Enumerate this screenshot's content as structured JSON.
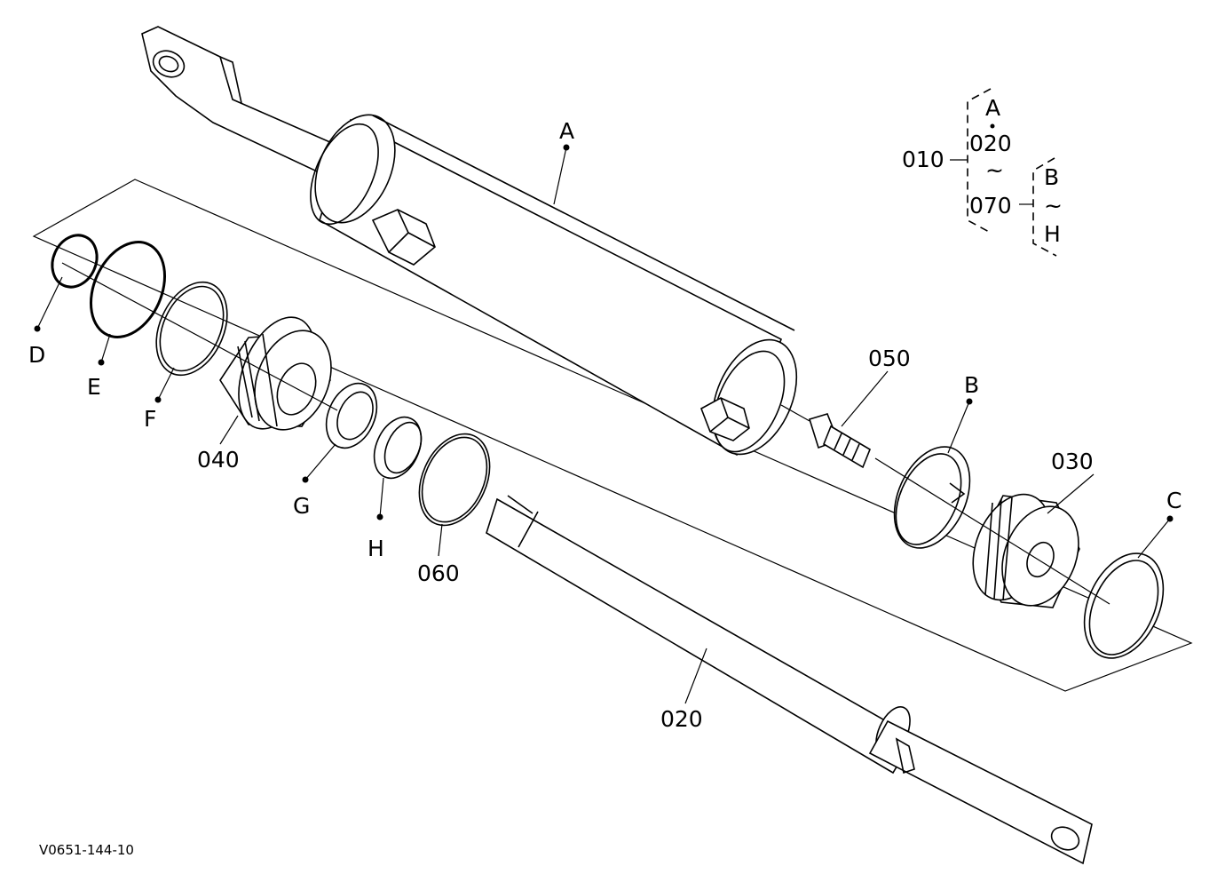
{
  "diagram": {
    "figure_code": "V0651-144-10",
    "callouts": {
      "part_010": "010",
      "part_020": "020",
      "part_030": "030",
      "part_040": "040",
      "part_050": "050",
      "part_060": "060",
      "kit_A": "A",
      "kit_B": "B",
      "kit_C": "C",
      "kit_D": "D",
      "kit_E": "E",
      "kit_F": "F",
      "kit_G": "G",
      "kit_H": "H"
    },
    "legend": {
      "assembly": "010",
      "top_letter": "A",
      "range_start": "020",
      "range_end": "070",
      "range_symbol": "~",
      "kit_from": "B",
      "kit_to": "H"
    }
  }
}
